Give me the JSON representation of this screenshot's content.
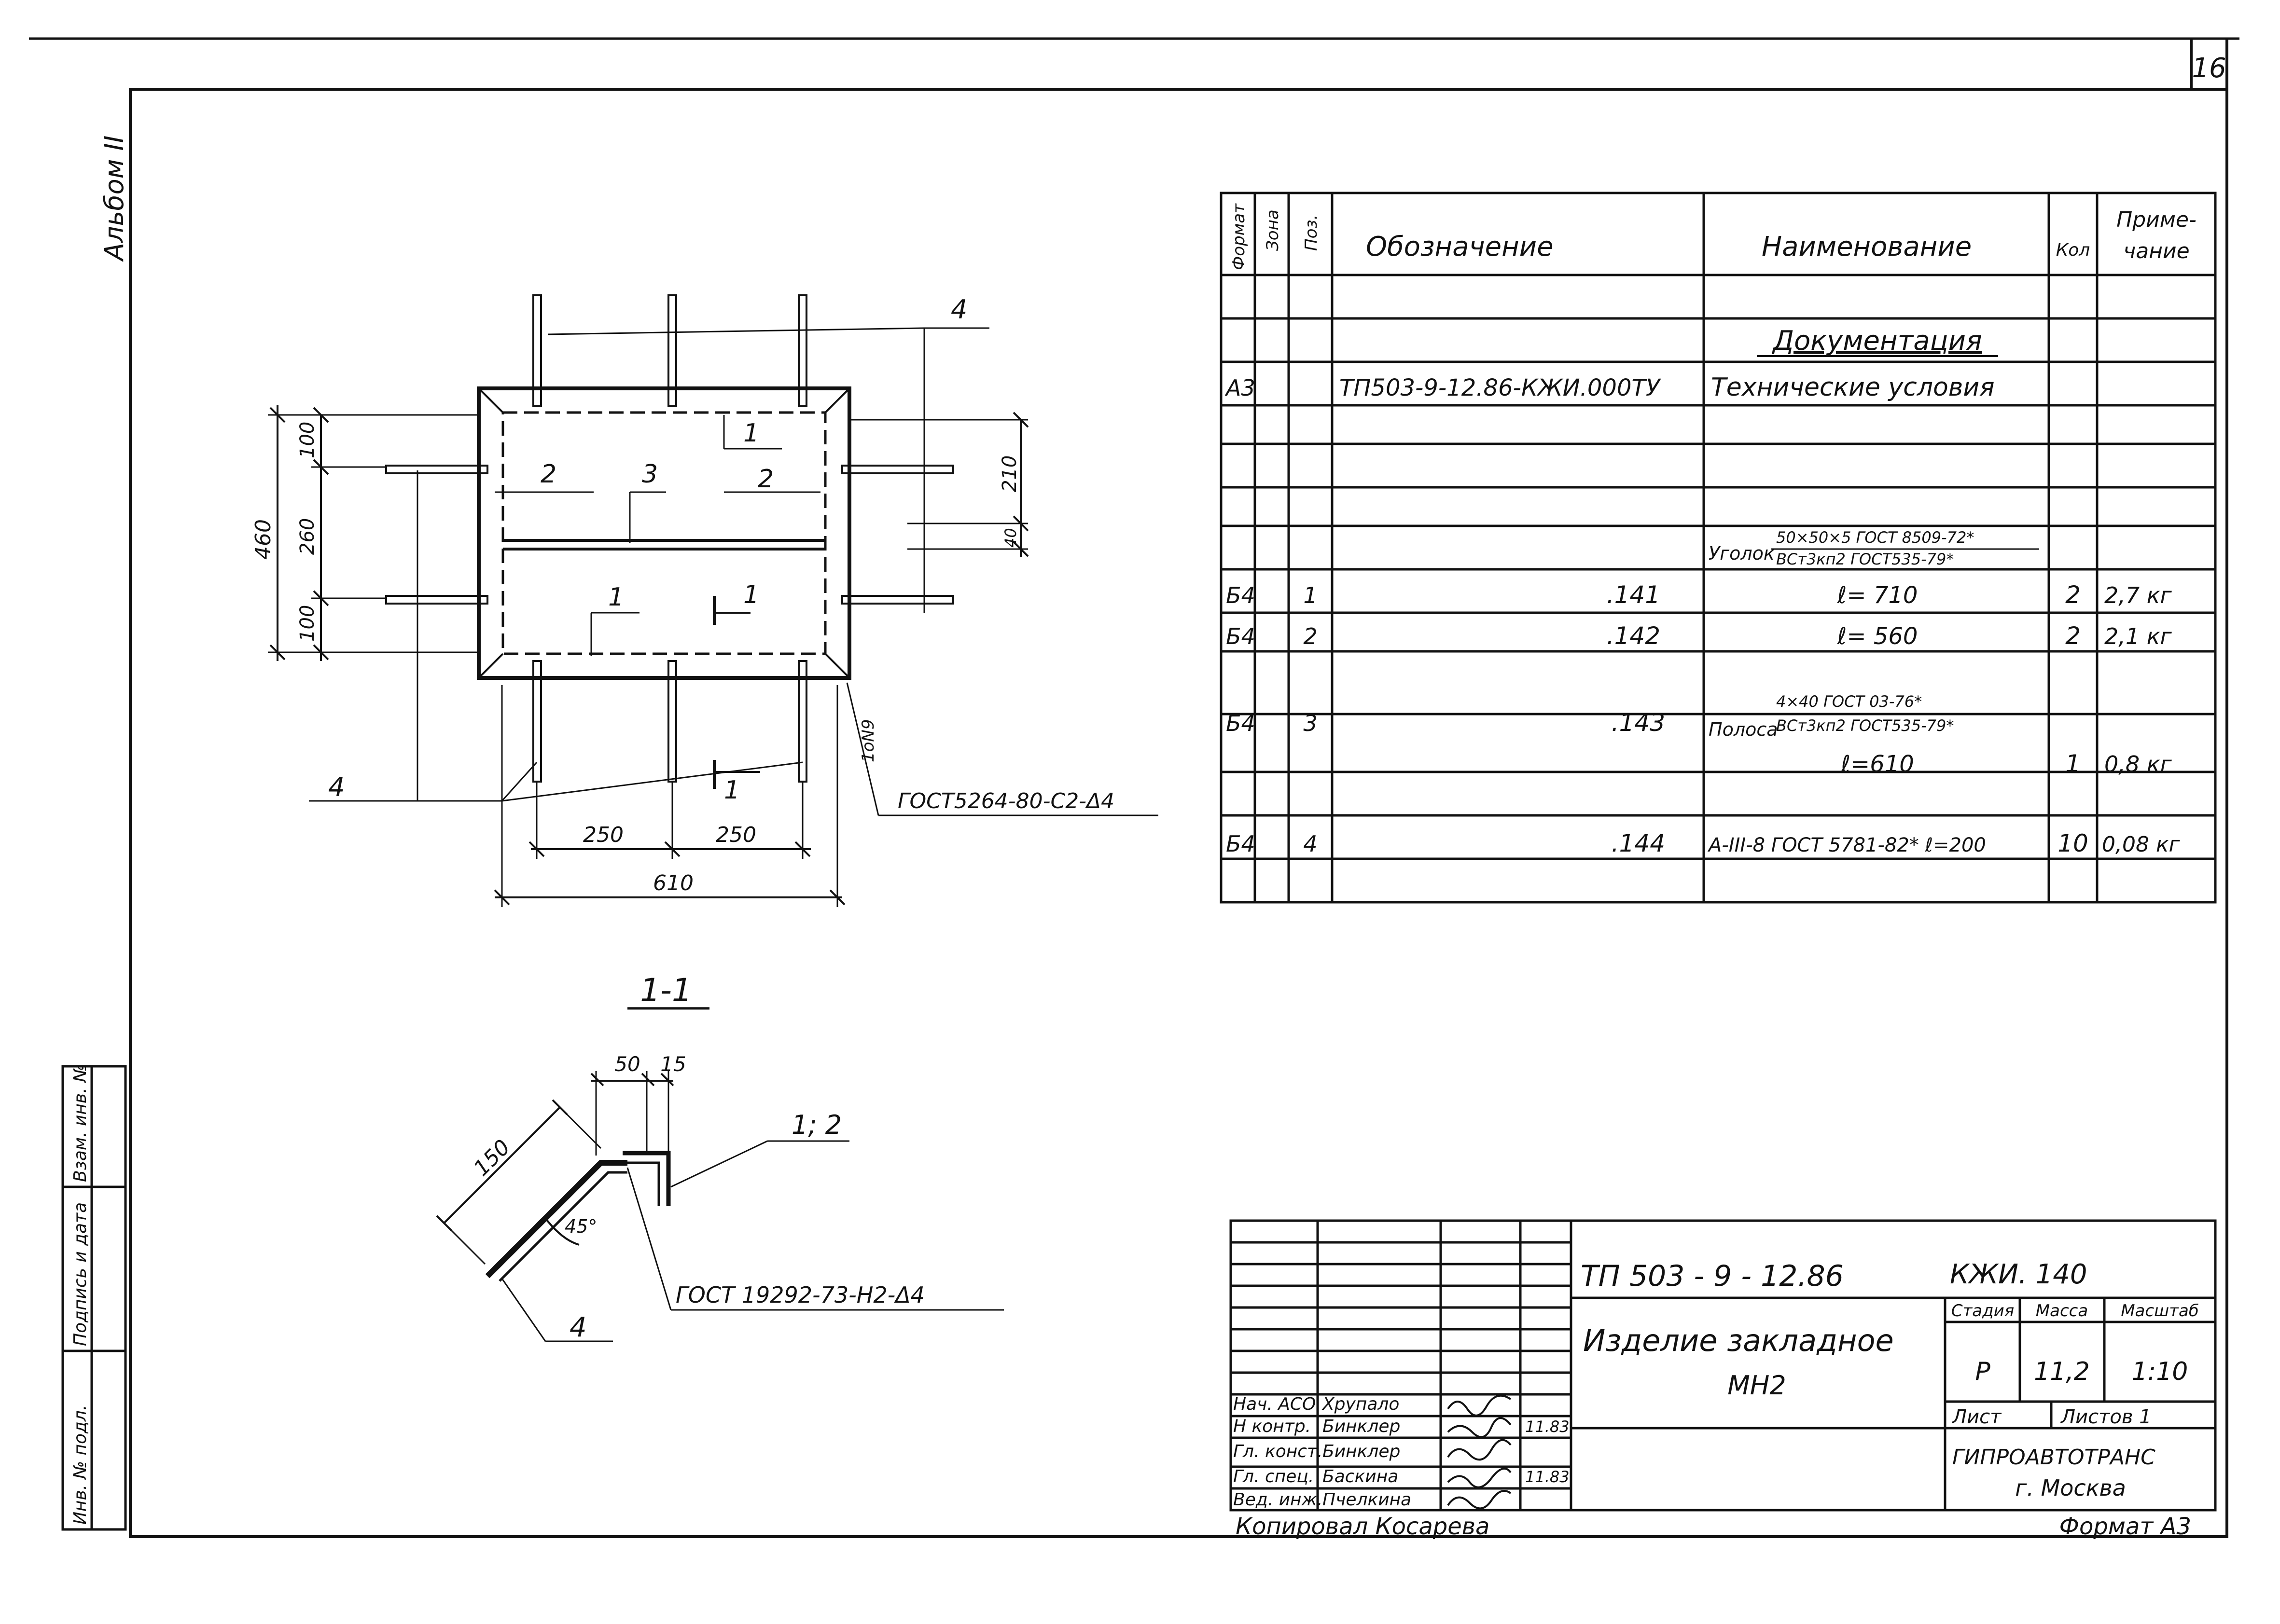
{
  "sheet_number": "16",
  "side_label": "Альбом II",
  "spec_table": {
    "headers": [
      "Формат",
      "Зона",
      "Поз.",
      "Обозначение",
      "Наименование",
      "Кол",
      "Приме-",
      "чание"
    ],
    "rows": [
      {
        "format": "",
        "zone": "",
        "pos": "",
        "designation": "",
        "name": "Документация",
        "qty": "",
        "note": ""
      },
      {
        "format": "А3",
        "zone": "",
        "pos": "",
        "designation": "ТП503-9-12.86-КЖИ.000ТУ",
        "name": "Технические условия",
        "qty": "",
        "note": ""
      },
      {
        "format": "",
        "zone": "",
        "pos": "",
        "designation": "",
        "name": "",
        "qty": "",
        "note": ""
      },
      {
        "format": "",
        "zone": "",
        "pos": "",
        "designation": "",
        "name": "",
        "qty": "",
        "note": ""
      },
      {
        "format": "",
        "zone": "",
        "pos": "",
        "designation": "",
        "name_label": "Уголок",
        "name_top": "50×50×5 ГОСТ 8509-72*",
        "name_bottom": "ВСт3кп2 ГОСТ535-79*",
        "qty": "",
        "note": ""
      },
      {
        "format": "Б4",
        "zone": "",
        "pos": "1",
        "designation": ".141",
        "name": "ℓ= 710",
        "qty": "2",
        "note": "2,7 кг"
      },
      {
        "format": "Б4",
        "zone": "",
        "pos": "2",
        "designation": ".142",
        "name": "ℓ= 560",
        "qty": "2",
        "note": "2,1 кг"
      },
      {
        "format": "",
        "zone": "",
        "pos": "",
        "designation": "",
        "name": "",
        "qty": "",
        "note": ""
      },
      {
        "format": "Б4",
        "zone": "",
        "pos": "3",
        "designation": ".143",
        "name_label": "Полоса",
        "name_top": "4×40 ГОСТ 03-76*",
        "name_bottom": "ВСт3кп2 ГОСТ535-79*",
        "qty": "",
        "note": ""
      },
      {
        "format": "",
        "zone": "",
        "pos": "",
        "designation": "",
        "name": "ℓ=610",
        "qty": "1",
        "note": "0,8 кг"
      },
      {
        "format": "",
        "zone": "",
        "pos": "",
        "designation": "",
        "name": "",
        "qty": "",
        "note": ""
      },
      {
        "format": "Б4",
        "zone": "",
        "pos": "4",
        "designation": ".144",
        "name": "А-III-8 ГОСТ 5781-82* ℓ=200",
        "qty": "10",
        "note": "0,08 кг"
      }
    ]
  },
  "plan_view": {
    "dims": {
      "total_height": "460",
      "top": "100",
      "middle": "260",
      "bottom": "100",
      "right_span": "210",
      "right_gap": "40",
      "bottom_span_1": "250",
      "bottom_span_2": "250",
      "total_width": "610"
    },
    "labels": {
      "pos_4_top": "4",
      "pos_4_bottom": "4",
      "pos_2_left": "2",
      "pos_2_right": "2",
      "pos_3": "3",
      "pos_1_top": "1",
      "pos_1_mid": "1",
      "sec_1_mid": "1",
      "sec_1_bottom": "1",
      "weld_count": "1оN9"
    },
    "weld_note": "ГОСТ5264-80-С2-Δ4"
  },
  "section_view": {
    "title": "1-1",
    "dims": {
      "d50": "50",
      "d15": "15",
      "d150": "150",
      "angle": "45°"
    },
    "labels": {
      "pos_12": "1; 2",
      "pos_4": "4"
    },
    "weld_note": "ГОСТ 19292-73-Н2-Δ4"
  },
  "title_block": {
    "project_code": "ТП 503 - 9 - 12.86",
    "sheet_code": "КЖИ. 140",
    "item_name_1": "Изделие закладное",
    "item_name_2": "МН2",
    "stage_label": "Стадия",
    "mass_label": "Масса",
    "scale_label": "Масштаб",
    "stage": "Р",
    "mass": "11,2",
    "scale": "1:10",
    "sheet_label": "Лист",
    "sheets_label": "Листов 1",
    "org_1": "ГИПРОАВТОТРАНС",
    "org_2": "г. Москва",
    "people": [
      {
        "role": "Нач. АСО",
        "name": "Хрупало",
        "date": ""
      },
      {
        "role": "Н контр.",
        "name": "Бинклер",
        "date": "11.83"
      },
      {
        "role": "Гл. конст.",
        "name": "Бинклер",
        "date": ""
      },
      {
        "role": "Гл. спец.",
        "name": "Баскина",
        "date": "11.83"
      },
      {
        "role": "Вед. инж.",
        "name": "Пчелкина",
        "date": ""
      }
    ]
  },
  "left_strip": {
    "inv": "Инв. № подл.",
    "sign": "Подпись и дата",
    "replace": "Взам. инв. №"
  },
  "copied_by": "Копировал Косарева",
  "format": "Формат А3"
}
